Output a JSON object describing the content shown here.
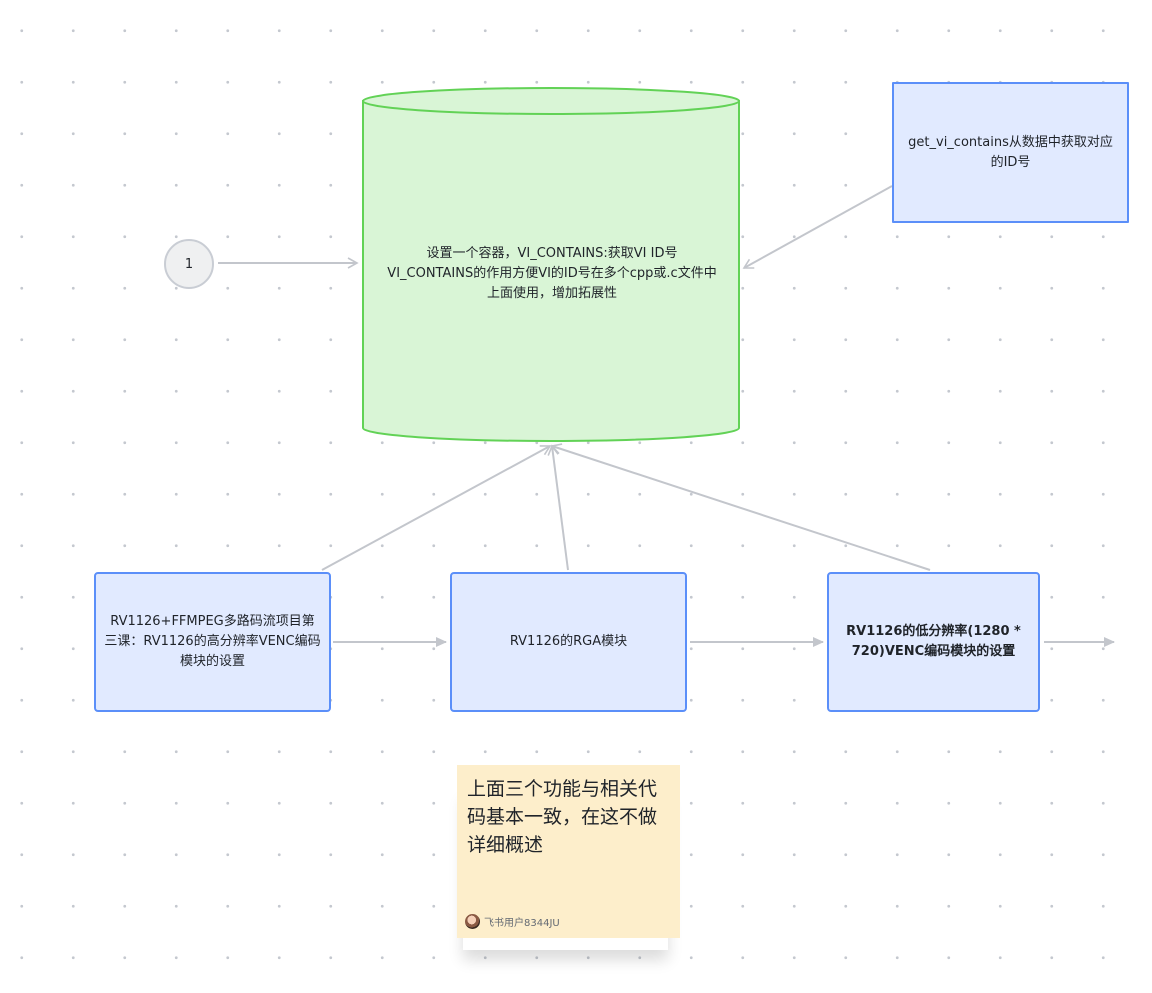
{
  "diagram": {
    "start_node": {
      "label": "1"
    },
    "container_node": {
      "lines": [
        "设置一个容器，VI_CONTAINS:获取VI ID号",
        "VI_CONTAINS的作用方便VI的ID号在多个cpp或.c文件中",
        "上面使用，增加拓展性"
      ]
    },
    "source_node": {
      "label": "get_vi_contains从数据中获取对应的ID号"
    },
    "flow_nodes": [
      {
        "label": "RV1126+FFMPEG多路码流项目第三课：RV1126的高分辨率VENC编码模块的设置"
      },
      {
        "label": "RV1126的RGA模块"
      },
      {
        "label": "RV1126的低分辨率(1280 * 720)VENC编码模块的设置"
      }
    ],
    "sticky_note": {
      "text": "上面三个功能与相关代码基本一致，在这不做详细概述",
      "author": "飞书用户8344JU"
    }
  },
  "colors": {
    "container_fill": "#d9f5d6",
    "container_stroke": "#62d256",
    "node_fill": "#e1eaff",
    "node_stroke": "#5b8ff9",
    "edge": "#c3c6cc",
    "sticky_fill": "#fdeecb"
  }
}
